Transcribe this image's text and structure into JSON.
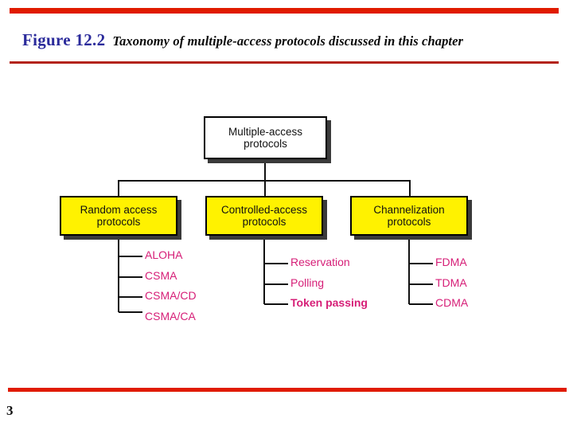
{
  "slide": {
    "figure_label": "Figure 12.2",
    "figure_caption": "Taxonomy of multiple-access protocols discussed in this chapter",
    "page_number": "3",
    "colors": {
      "rule_red": "#E01B00",
      "rule_dark_red": "#B32316",
      "figure_label_blue": "#2B2B9B",
      "node_yellow": "#FFF200",
      "node_white": "#FFFFFF",
      "leaf_magenta": "#D61E77",
      "line_black": "#111111"
    }
  },
  "chart_data": {
    "type": "tree-diagram",
    "title": "Taxonomy of multiple-access protocols discussed in this chapter",
    "root": {
      "label_line1": "Multiple-access",
      "label_line2": "protocols",
      "fill": "#FFFFFF"
    },
    "branches": [
      {
        "label_line1": "Random access",
        "label_line2": "protocols",
        "fill": "#FFF200",
        "leaves": [
          "ALOHA",
          "CSMA",
          "CSMA/CD",
          "CSMA/CA"
        ]
      },
      {
        "label_line1": "Controlled-access",
        "label_line2": "protocols",
        "fill": "#FFF200",
        "leaves": [
          "Reservation",
          "Polling",
          "Token passing"
        ]
      },
      {
        "label_line1": "Channelization",
        "label_line2": "protocols",
        "fill": "#FFF200",
        "leaves": [
          "FDMA",
          "TDMA",
          "CDMA"
        ]
      }
    ]
  }
}
